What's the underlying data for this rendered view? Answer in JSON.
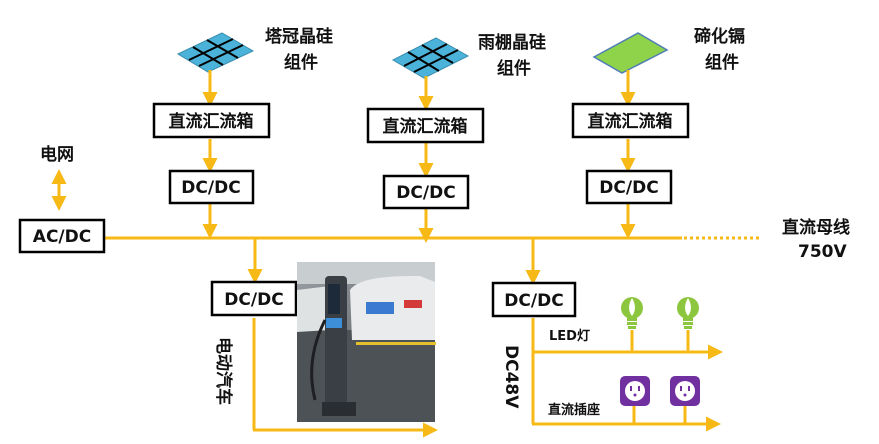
{
  "colors": {
    "line": "#f6b915",
    "panel_silicon": "#4bb3d9",
    "panel_cdte": "#8fd34a",
    "bulb": "#8cc63f",
    "socket": "#7030a0"
  },
  "sources": [
    {
      "name_line1": "塔冠晶硅",
      "name_line2": "组件",
      "icon": "solar-panel-silicon-icon"
    },
    {
      "name_line1": "雨棚晶硅",
      "name_line2": "组件",
      "icon": "solar-panel-silicon-icon"
    },
    {
      "name_line1": "碲化镉",
      "name_line2": "组件",
      "icon": "solar-panel-cdte-icon"
    }
  ],
  "combiner_label": "直流汇流箱",
  "dcdc_label": "DC/DC",
  "acdc_label": "AC/DC",
  "grid_label": "电网",
  "bus": {
    "label": "直流母线",
    "voltage": "750V"
  },
  "ev": {
    "label": "电动汽车",
    "photo": "ev-charging-station-photo"
  },
  "dc48": {
    "label": "DC48V",
    "led_label": "LED灯",
    "socket_label": "直流插座"
  }
}
